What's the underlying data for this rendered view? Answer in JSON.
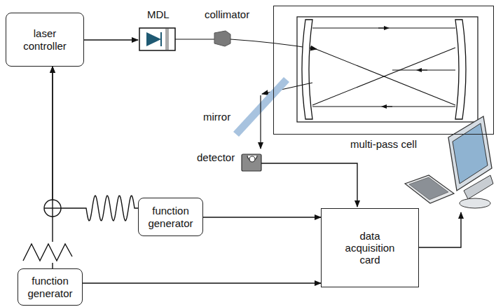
{
  "diagram": {
    "nodes": [
      {
        "text": [
          "laser controller"
        ]
      },
      {
        "text": [
          "multi-pass cell"
        ]
      },
      {
        "text": [
          "function generator"
        ]
      },
      {
        "text": [
          "data acquisition card"
        ]
      },
      {
        "text": [
          "function generator"
        ]
      }
    ],
    "edges": [
      {
        "from": 2,
        "to": 0,
        "arrow": "to"
      },
      {
        "from": 4,
        "to": 0,
        "arrow": "to"
      },
      {
        "from": 2,
        "to": 3,
        "arrow": "to"
      },
      {
        "from": 4,
        "to": 3,
        "arrow": "to"
      }
    ],
    "labels": [
      "MDL",
      "collimator",
      "mirror",
      "detector"
    ]
  }
}
